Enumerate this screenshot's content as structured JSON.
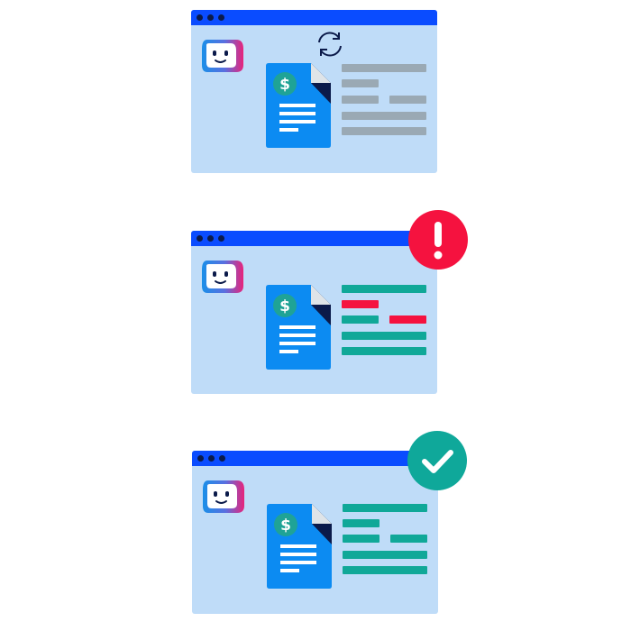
{
  "colors": {
    "panel_background": "#bfdcf8",
    "titlebar": "#0a4cff",
    "window_dot": "#0b1a4a",
    "document": "#0c8bf2",
    "document_fold": "#0b1a4a",
    "coin": "#1fa396",
    "line_pending": "#9aa9b4",
    "line_valid": "#10a898",
    "line_error": "#f5123f",
    "badge_error": "#f5123f",
    "badge_success": "#0fa89a"
  },
  "panels": [
    {
      "state": "processing",
      "status_icon": "refresh-icon",
      "currency_symbol": "$",
      "line_colors": [
        "pending",
        "pending",
        "pending",
        "pending",
        "pending",
        "pending"
      ]
    },
    {
      "state": "error",
      "status_icon": "exclamation-icon",
      "currency_symbol": "$",
      "line_colors": [
        "valid",
        "error",
        "valid",
        "error",
        "valid",
        "valid"
      ]
    },
    {
      "state": "success",
      "status_icon": "checkmark-icon",
      "currency_symbol": "$",
      "line_colors": [
        "valid",
        "valid",
        "valid",
        "valid",
        "valid",
        "valid"
      ]
    }
  ]
}
